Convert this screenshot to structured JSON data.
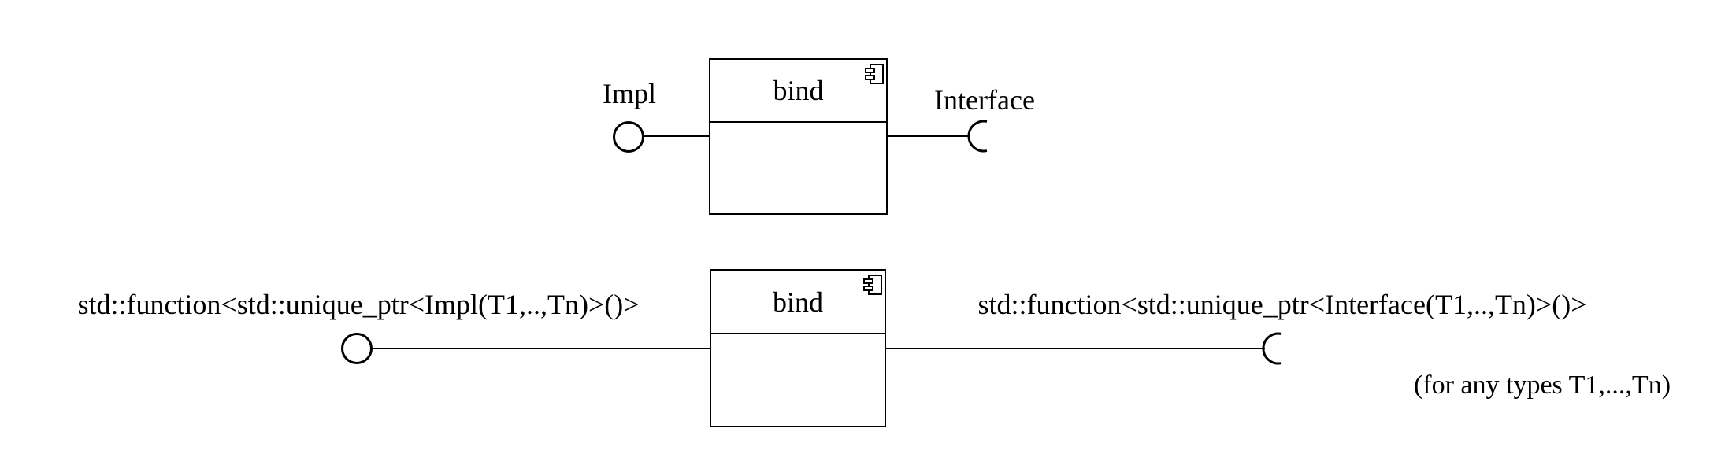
{
  "diagram": {
    "background_color": "#ffffff",
    "stroke_color": "#000000",
    "top_figure": {
      "component_label": "bind",
      "provided_interface_label": "Impl",
      "required_interface_label": "Interface",
      "component_icon": "uml-component-icon",
      "provided_connector": "ball-connector",
      "required_connector": "socket-connector"
    },
    "bottom_figure": {
      "component_label": "bind",
      "provided_interface_label": "std::function<std::unique_ptr<Impl(T1,..,Tn)>()>",
      "required_interface_label": "std::function<std::unique_ptr<Interface(T1,..,Tn)>()>",
      "note": "(for any types T1,...,Tn)",
      "component_icon": "uml-component-icon",
      "provided_connector": "ball-connector",
      "required_connector": "socket-connector"
    }
  }
}
